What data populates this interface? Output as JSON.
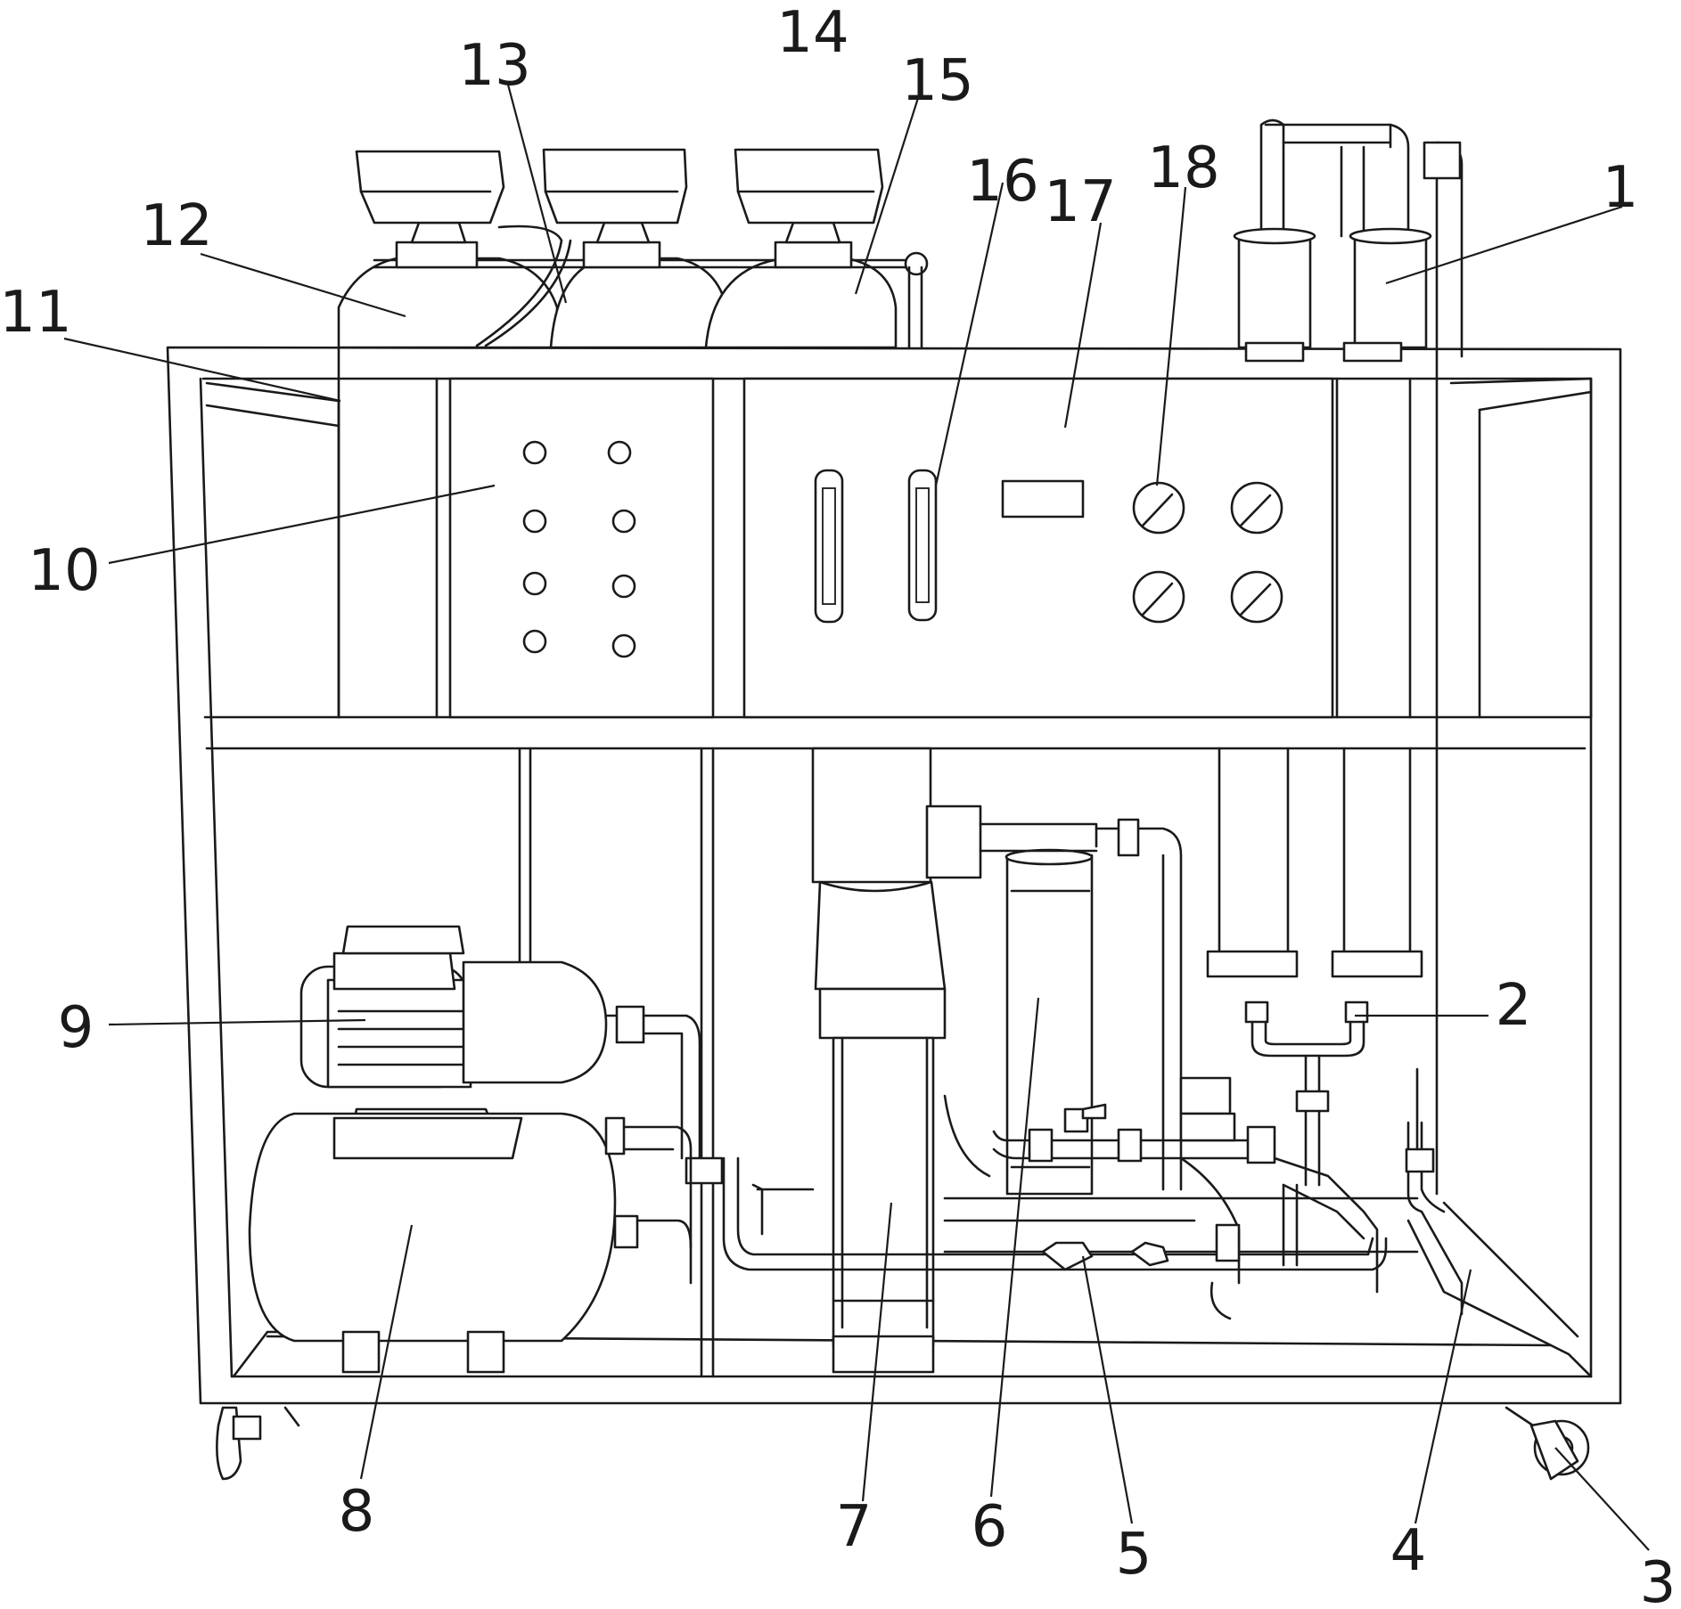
{
  "diagram": {
    "labels": [
      {
        "id": "1",
        "text": "1"
      },
      {
        "id": "2",
        "text": "2"
      },
      {
        "id": "3",
        "text": "3"
      },
      {
        "id": "4",
        "text": "4"
      },
      {
        "id": "5",
        "text": "5"
      },
      {
        "id": "6",
        "text": "6"
      },
      {
        "id": "7",
        "text": "7"
      },
      {
        "id": "8",
        "text": "8"
      },
      {
        "id": "9",
        "text": "9"
      },
      {
        "id": "10",
        "text": "10"
      },
      {
        "id": "11",
        "text": "11"
      },
      {
        "id": "12",
        "text": "12"
      },
      {
        "id": "13",
        "text": "13"
      },
      {
        "id": "14",
        "text": "14"
      },
      {
        "id": "15",
        "text": "15"
      },
      {
        "id": "16",
        "text": "16"
      },
      {
        "id": "17",
        "text": "17"
      },
      {
        "id": "18",
        "text": "18"
      }
    ]
  }
}
